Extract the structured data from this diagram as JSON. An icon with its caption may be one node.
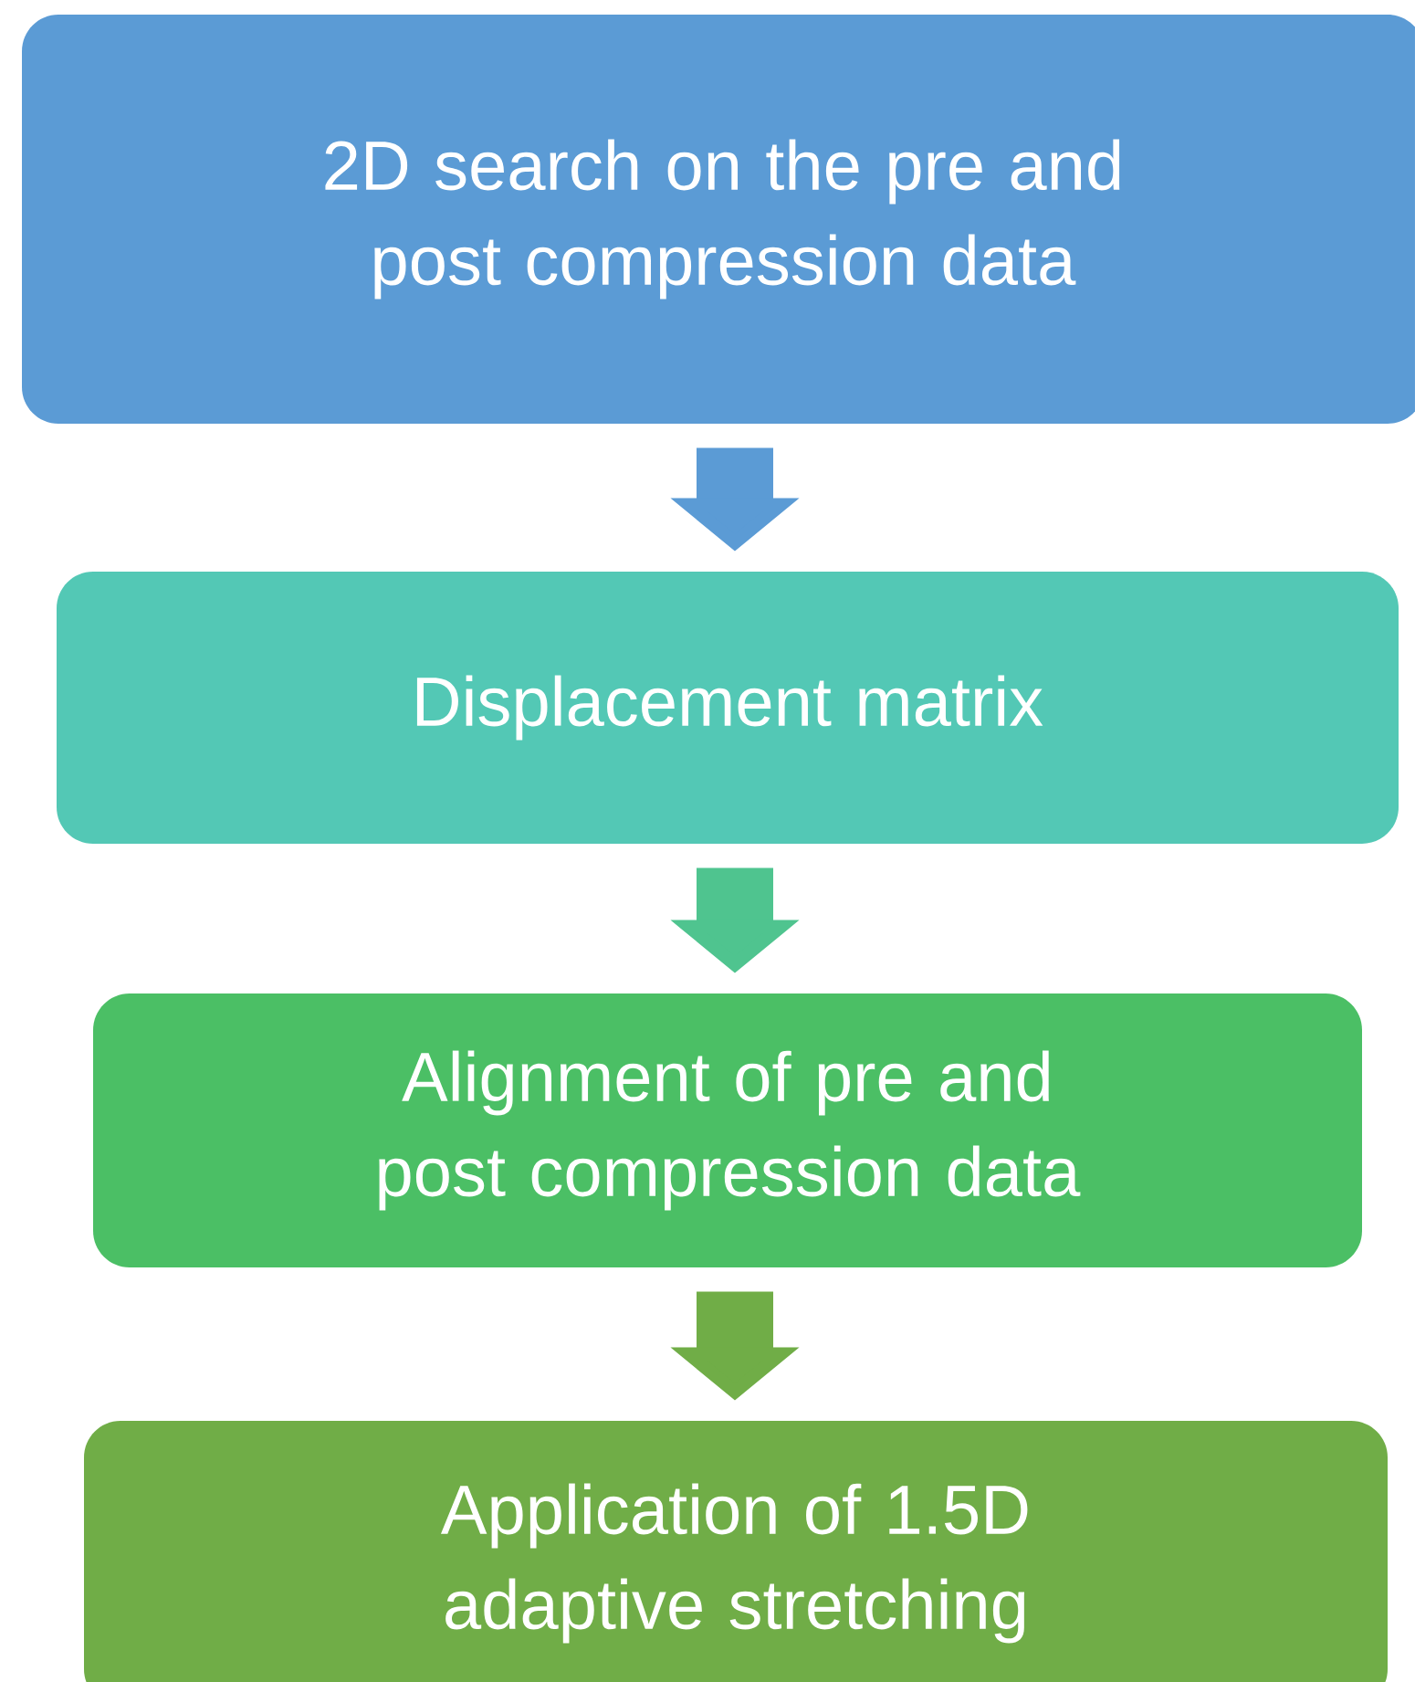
{
  "diagram": {
    "nodes": [
      {
        "text": [
          "2D search on the pre and post compression data"
        ]
      },
      {
        "text": [
          "Displacement matrix"
        ]
      },
      {
        "text": [
          "Alignment of pre and post compression data"
        ]
      },
      {
        "text": [
          "Application of 1.5D adaptive stretching"
        ]
      }
    ],
    "edges": [
      {
        "from": 0,
        "to": 1,
        "arrow": "to",
        "color": "#5b9bd5"
      },
      {
        "from": 1,
        "to": 2,
        "arrow": "to",
        "color": "#4fc48f"
      },
      {
        "from": 2,
        "to": 3,
        "arrow": "to",
        "color": "#70ad47"
      }
    ]
  }
}
